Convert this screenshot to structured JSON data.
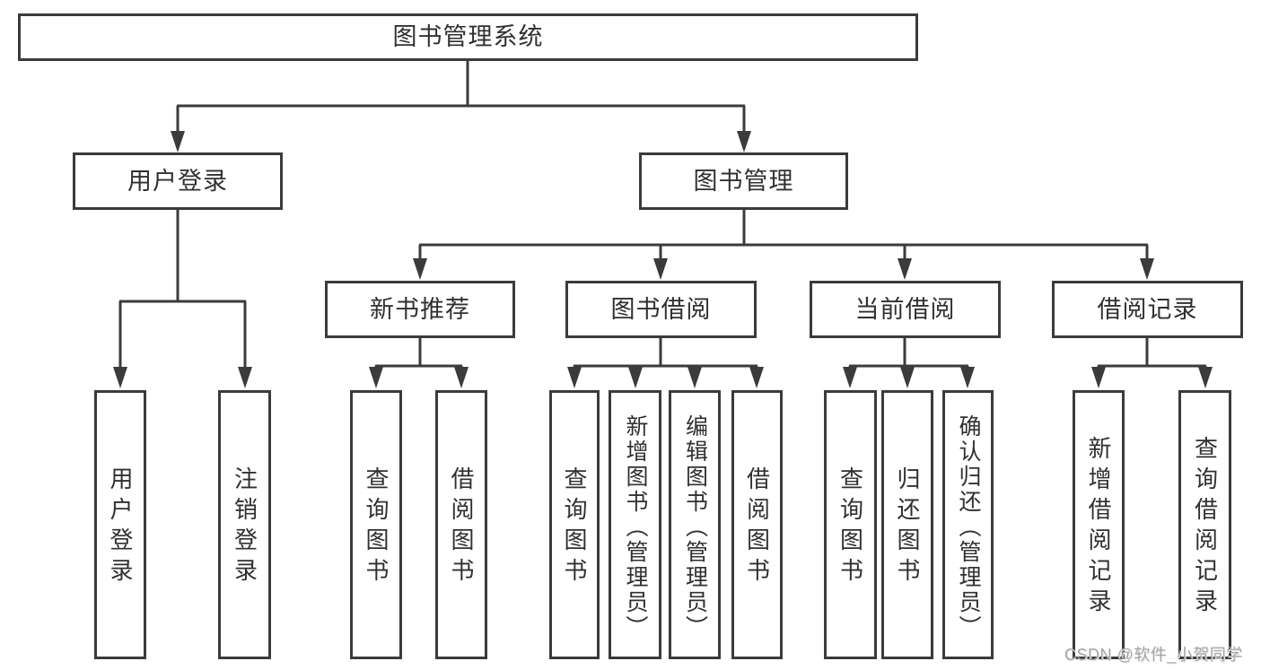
{
  "diagram": {
    "type": "functional-structure-tree",
    "colors": {
      "line": "#3b3b3b",
      "box_border": "#3b3b3b",
      "text": "#303030",
      "background": "#ffffff",
      "watermark": "#a6a6a6"
    },
    "nodes": {
      "root": {
        "label": "图书管理系统"
      },
      "userLogin": {
        "label": "用户登录"
      },
      "bookMgmt": {
        "label": "图书管理"
      },
      "newRec": {
        "label": "新书推荐"
      },
      "bookBorrow": {
        "label": "图书借阅"
      },
      "curBorrow": {
        "label": "当前借阅"
      },
      "borrowRec": {
        "label": "借阅记录"
      },
      "leafLogin": {
        "label": "用户登录"
      },
      "leafLogout": {
        "label": "注销登录"
      },
      "recQuery": {
        "label": "查询图书"
      },
      "recBorrow": {
        "label": "借阅图书"
      },
      "bbQuery": {
        "label": "查询图书"
      },
      "bbAdd": {
        "label": "新增图书（管理员）"
      },
      "bbEdit": {
        "label": "编辑图书（管理员）"
      },
      "bbBorrow": {
        "label": "借阅图书"
      },
      "cbQuery": {
        "label": "查询图书"
      },
      "cbReturn": {
        "label": "归还图书"
      },
      "cbConfirm": {
        "label": "确认归还（管理员）"
      },
      "brAdd": {
        "label": "新增借阅记录"
      },
      "brQuery": {
        "label": "查询借阅记录"
      }
    },
    "hierarchy": {
      "图书管理系统": {
        "用户登录": [
          "用户登录",
          "注销登录"
        ],
        "图书管理": {
          "新书推荐": [
            "查询图书",
            "借阅图书"
          ],
          "图书借阅": [
            "查询图书",
            "新增图书（管理员）",
            "编辑图书（管理员）",
            "借阅图书"
          ],
          "当前借阅": [
            "查询图书",
            "归还图书",
            "确认归还（管理员）"
          ],
          "借阅记录": [
            "新增借阅记录",
            "查询借阅记录"
          ]
        }
      }
    },
    "watermark": {
      "text": "CSDN @软件_小贺同学"
    }
  }
}
